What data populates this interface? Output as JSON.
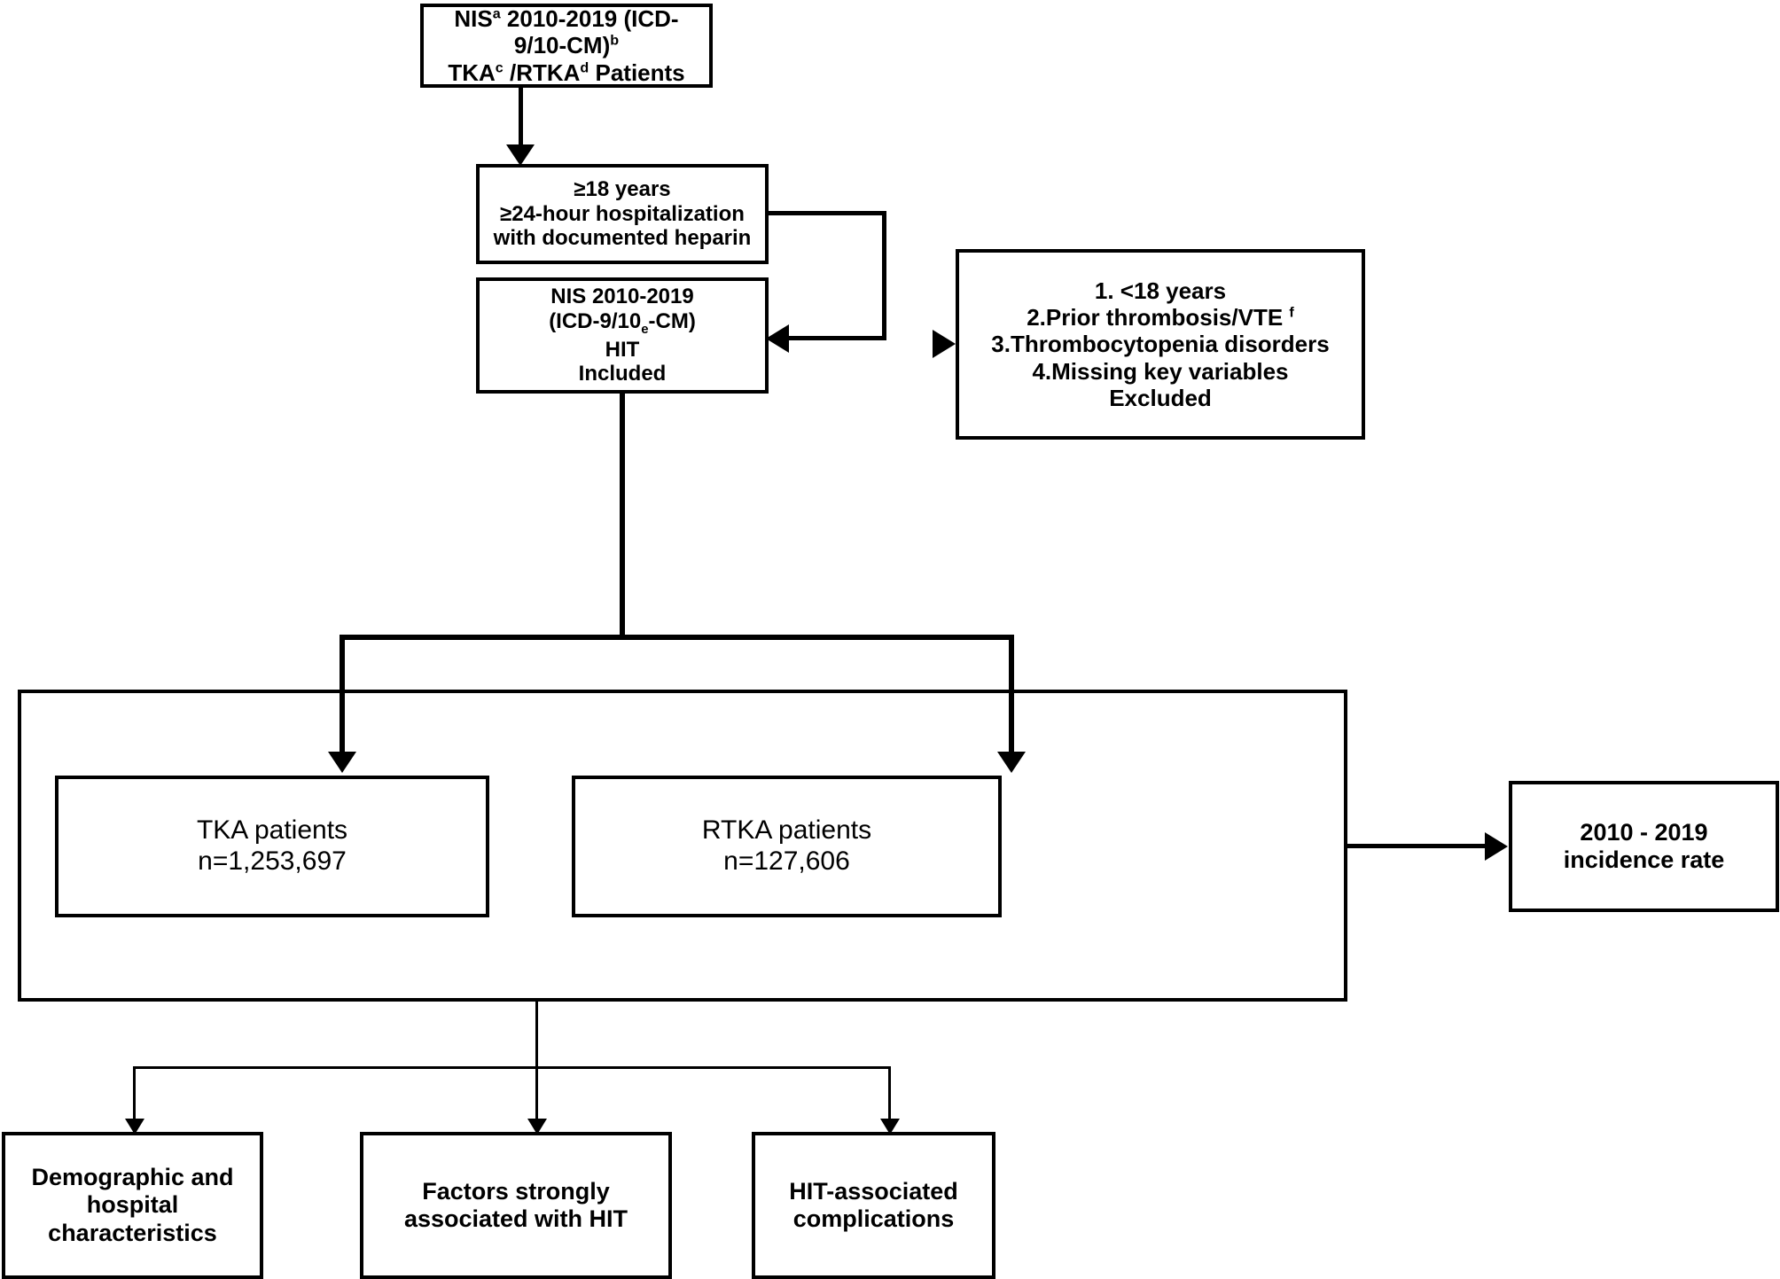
{
  "diagram": {
    "type": "flowchart",
    "title": "NIS 2010-2019 TKA/RTKA HIT patient selection flowchart",
    "colors": {
      "line": "#000000",
      "box_fill": "#ffffff",
      "text": "#000000"
    },
    "nodes": {
      "source": {
        "line1_pre": "NIS",
        "line1_sup": "a",
        "line1_mid": " 2010-2019 (ICD-9/10-CM)",
        "line1_sup2": "b",
        "line2_pre": "TKA",
        "line2_sup": "c",
        "line2_mid": " /RTKA",
        "line2_sup2": "d",
        "line2_post": " Patients"
      },
      "inclusion": {
        "line1": "≥18 years",
        "line2": "≥24-hour hospitalization",
        "line3": "with documented heparin"
      },
      "included": {
        "line1": "NIS 2010-2019",
        "line2_pre": "(ICD-9/10",
        "line2_sup": "e",
        "line2_post": "-CM)",
        "line3": "HIT",
        "line4": "Included"
      },
      "excluded": {
        "line1": "1. <18 years",
        "line2_pre": "2.Prior thrombosis/VTE ",
        "line2_sup": "f",
        "line3": "3.Thrombocytopenia disorders",
        "line4": "4.Missing key variables",
        "line5": "Excluded"
      },
      "tka": {
        "line1": "TKA patients",
        "line2": "n=1,253,697"
      },
      "rtka": {
        "line1": "RTKA patients",
        "line2": "n=127,606"
      },
      "incidence": {
        "line1": "2010 - 2019",
        "line2": "incidence rate"
      },
      "outcome_demographics": {
        "line1": "Demographic and",
        "line2": "hospital",
        "line3": "characteristics"
      },
      "outcome_factors": {
        "line1": "Factors strongly",
        "line2": "associated with HIT"
      },
      "outcome_complications": {
        "line1": "HIT-associated",
        "line2": "complications"
      }
    }
  }
}
